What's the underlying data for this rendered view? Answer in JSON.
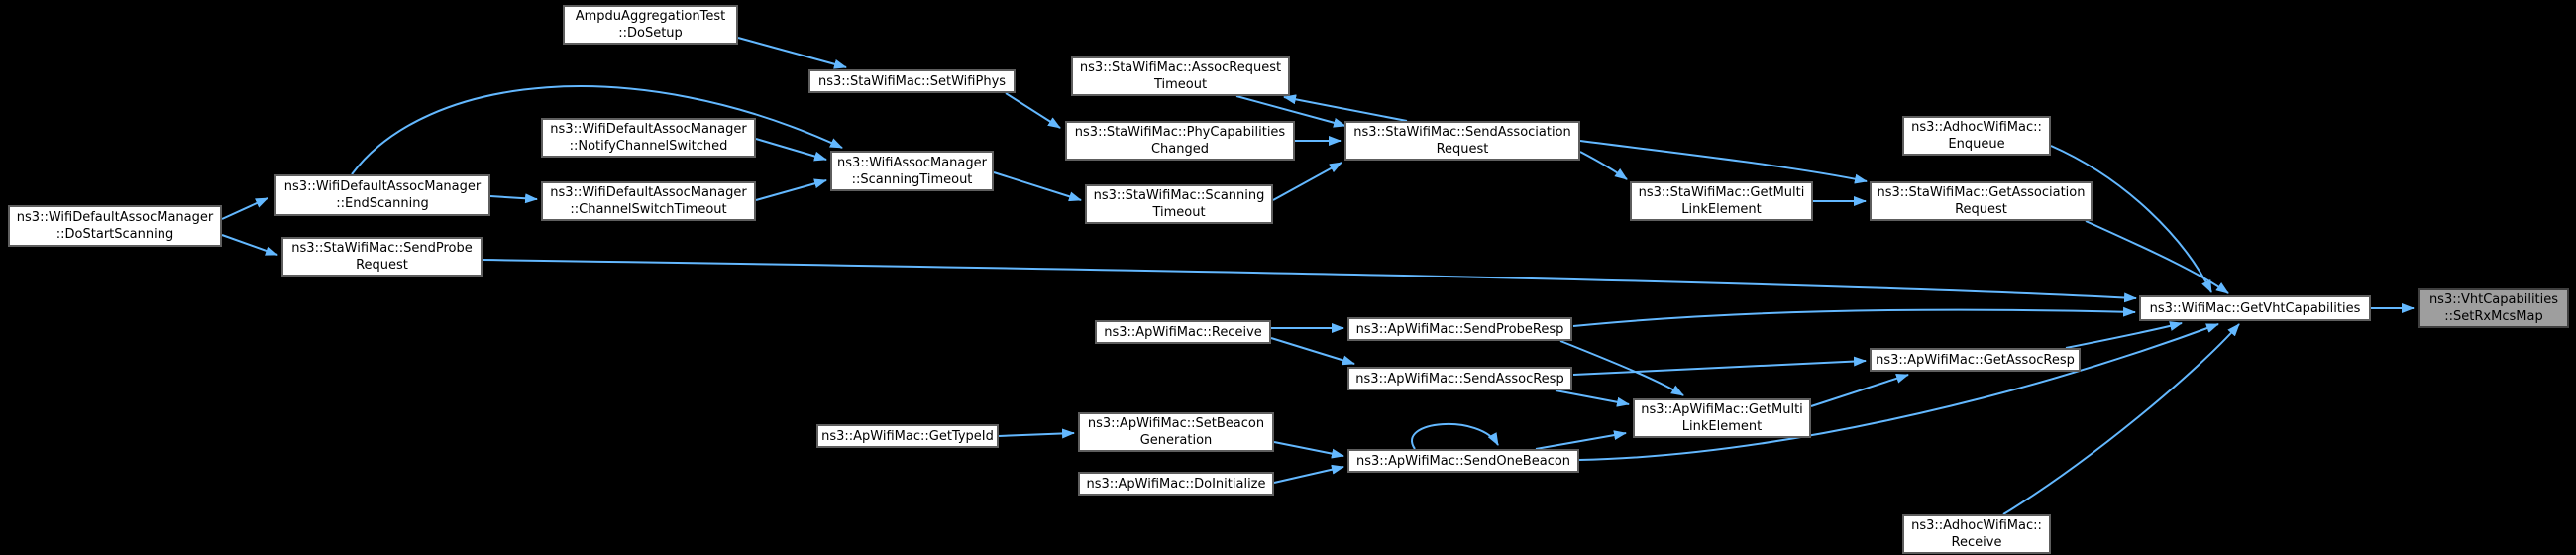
{
  "diagram": {
    "type": "doxygen-call-graph",
    "target_function": "ns3::VhtCapabilities::SetRxMcsMap",
    "colors": {
      "background": "#000000",
      "edge": "#63b8ff",
      "node_fill": "#ffffff",
      "node_border": "#5e5e5e",
      "node_text": "#000000",
      "highlight_fill": "#9e9e9e",
      "highlight_border": "#3f3f3f"
    },
    "nodes": [
      {
        "id": "do-start-scanning",
        "lines": [
          "ns3::WifiDefaultAssocManager",
          "::DoStartScanning"
        ]
      },
      {
        "id": "end-scanning",
        "lines": [
          "ns3::WifiDefaultAssocManager",
          "::EndScanning"
        ]
      },
      {
        "id": "send-probe-request",
        "lines": [
          "ns3::StaWifiMac::SendProbe",
          "Request"
        ]
      },
      {
        "id": "ampdu-do-setup",
        "lines": [
          "AmpduAggregationTest",
          "::DoSetup"
        ]
      },
      {
        "id": "notify-channel-switched",
        "lines": [
          "ns3::WifiDefaultAssocManager",
          "::NotifyChannelSwitched"
        ]
      },
      {
        "id": "channel-switch-timeout",
        "lines": [
          "ns3::WifiDefaultAssocManager",
          "::ChannelSwitchTimeout"
        ]
      },
      {
        "id": "set-wifi-phys",
        "lines": [
          "ns3::StaWifiMac::SetWifiPhys"
        ]
      },
      {
        "id": "wam-scanning-timeout",
        "lines": [
          "ns3::WifiAssocManager",
          "::ScanningTimeout"
        ]
      },
      {
        "id": "assoc-request-timeout",
        "lines": [
          "ns3::StaWifiMac::AssocRequest",
          "Timeout"
        ]
      },
      {
        "id": "phy-capabilities-changed",
        "lines": [
          "ns3::StaWifiMac::PhyCapabilities",
          "Changed"
        ]
      },
      {
        "id": "sta-scanning-timeout",
        "lines": [
          "ns3::StaWifiMac::Scanning",
          "Timeout"
        ]
      },
      {
        "id": "send-association-request",
        "lines": [
          "ns3::StaWifiMac::SendAssociation",
          "Request"
        ]
      },
      {
        "id": "sta-get-multi-link-element",
        "lines": [
          "ns3::StaWifiMac::GetMulti",
          "LinkElement"
        ]
      },
      {
        "id": "adhoc-enqueue",
        "lines": [
          "ns3::AdhocWifiMac::",
          "Enqueue"
        ]
      },
      {
        "id": "get-association-request",
        "lines": [
          "ns3::StaWifiMac::GetAssociation",
          "Request"
        ]
      },
      {
        "id": "get-vht-capabilities",
        "lines": [
          "ns3::WifiMac::GetVhtCapabilities"
        ]
      },
      {
        "id": "set-rx-mcs-map",
        "lines": [
          "ns3::VhtCapabilities",
          "::SetRxMcsMap"
        ]
      },
      {
        "id": "ap-receive",
        "lines": [
          "ns3::ApWifiMac::Receive"
        ]
      },
      {
        "id": "send-probe-resp",
        "lines": [
          "ns3::ApWifiMac::SendProbeResp"
        ]
      },
      {
        "id": "send-assoc-resp",
        "lines": [
          "ns3::ApWifiMac::SendAssocResp"
        ]
      },
      {
        "id": "ap-get-assoc-resp",
        "lines": [
          "ns3::ApWifiMac::GetAssocResp"
        ]
      },
      {
        "id": "ap-get-multi-link-element",
        "lines": [
          "ns3::ApWifiMac::GetMulti",
          "LinkElement"
        ]
      },
      {
        "id": "ap-get-type-id",
        "lines": [
          "ns3::ApWifiMac::GetTypeId"
        ]
      },
      {
        "id": "set-beacon-generation",
        "lines": [
          "ns3::ApWifiMac::SetBeacon",
          "Generation"
        ]
      },
      {
        "id": "do-initialize",
        "lines": [
          "ns3::ApWifiMac::DoInitialize"
        ]
      },
      {
        "id": "send-one-beacon",
        "lines": [
          "ns3::ApWifiMac::SendOneBeacon"
        ]
      },
      {
        "id": "adhoc-receive",
        "lines": [
          "ns3::AdhocWifiMac::",
          "Receive"
        ]
      }
    ],
    "edges": [
      {
        "from": "do-start-scanning",
        "to": "end-scanning"
      },
      {
        "from": "do-start-scanning",
        "to": "send-probe-request"
      },
      {
        "from": "end-scanning",
        "to": "channel-switch-timeout"
      },
      {
        "from": "end-scanning",
        "to": "wam-scanning-timeout"
      },
      {
        "from": "ampdu-do-setup",
        "to": "set-wifi-phys"
      },
      {
        "from": "set-wifi-phys",
        "to": "phy-capabilities-changed"
      },
      {
        "from": "notify-channel-switched",
        "to": "wam-scanning-timeout"
      },
      {
        "from": "channel-switch-timeout",
        "to": "wam-scanning-timeout"
      },
      {
        "from": "wam-scanning-timeout",
        "to": "sta-scanning-timeout"
      },
      {
        "from": "phy-capabilities-changed",
        "to": "send-association-request"
      },
      {
        "from": "sta-scanning-timeout",
        "to": "send-association-request"
      },
      {
        "from": "assoc-request-timeout",
        "to": "send-association-request"
      },
      {
        "from": "send-association-request",
        "to": "assoc-request-timeout"
      },
      {
        "from": "send-association-request",
        "to": "sta-get-multi-link-element"
      },
      {
        "from": "send-association-request",
        "to": "get-association-request"
      },
      {
        "from": "sta-get-multi-link-element",
        "to": "get-association-request"
      },
      {
        "from": "get-association-request",
        "to": "get-vht-capabilities"
      },
      {
        "from": "adhoc-enqueue",
        "to": "get-vht-capabilities"
      },
      {
        "from": "send-probe-request",
        "to": "get-vht-capabilities"
      },
      {
        "from": "send-probe-resp",
        "to": "get-vht-capabilities"
      },
      {
        "from": "ap-receive",
        "to": "send-probe-resp"
      },
      {
        "from": "ap-receive",
        "to": "send-assoc-resp"
      },
      {
        "from": "send-assoc-resp",
        "to": "ap-get-assoc-resp"
      },
      {
        "from": "send-assoc-resp",
        "to": "ap-get-multi-link-element"
      },
      {
        "from": "send-probe-resp",
        "to": "ap-get-multi-link-element"
      },
      {
        "from": "ap-get-multi-link-element",
        "to": "ap-get-assoc-resp"
      },
      {
        "from": "ap-get-assoc-resp",
        "to": "get-vht-capabilities"
      },
      {
        "from": "ap-get-type-id",
        "to": "set-beacon-generation"
      },
      {
        "from": "set-beacon-generation",
        "to": "send-one-beacon"
      },
      {
        "from": "do-initialize",
        "to": "send-one-beacon"
      },
      {
        "from": "send-one-beacon",
        "to": "send-one-beacon"
      },
      {
        "from": "send-one-beacon",
        "to": "ap-get-multi-link-element"
      },
      {
        "from": "send-one-beacon",
        "to": "get-vht-capabilities"
      },
      {
        "from": "adhoc-receive",
        "to": "get-vht-capabilities"
      },
      {
        "from": "get-vht-capabilities",
        "to": "set-rx-mcs-map"
      }
    ]
  }
}
